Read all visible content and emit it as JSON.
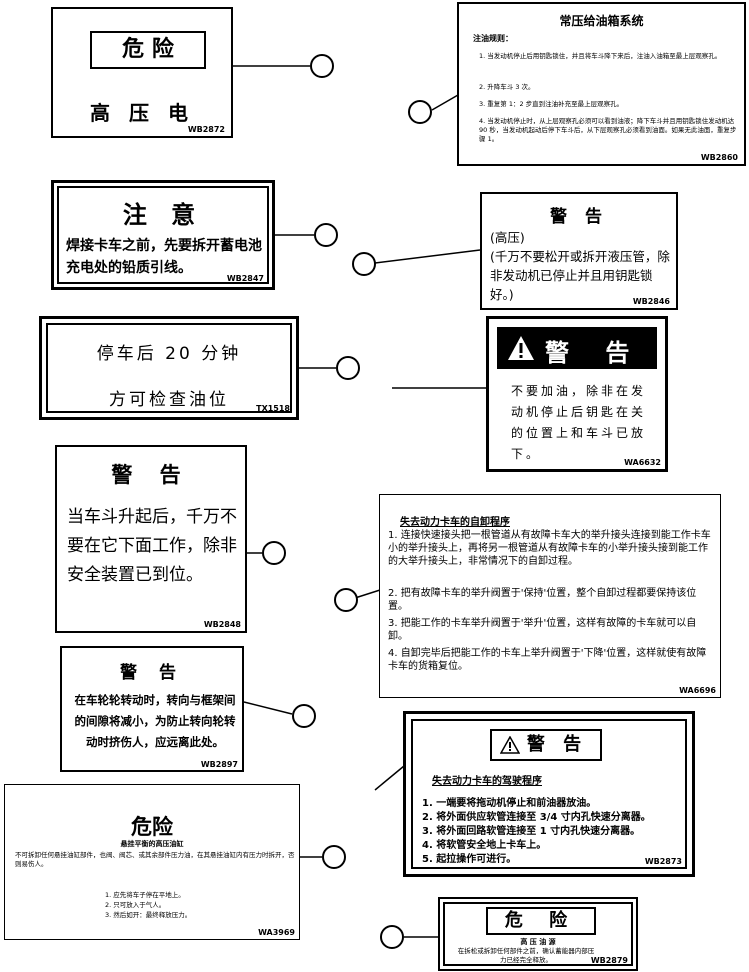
{
  "signs": {
    "s1": {
      "title": "危 险",
      "body": "高 压 电",
      "code": "WB2872"
    },
    "s2": {
      "title": "常压给油箱系统",
      "subtitle": "注油规则：",
      "items": [
        "1. 当发动机停止后用钥匙锁住，并且将车斗降下来后，注油入油箱至最上层观察孔。",
        "2. 升降车斗 3 次。",
        "3. 重复第 1：2 步直到注油补充至最上层观察孔。",
        "4. 当发动机停止时，从上层观察孔必须可以看到油液；降下车斗并且用钥匙锁住发动机达 90 秒，当发动机起动后停下车斗后，从下层观察孔必须看到油面。如果无此油面，重复步骤 1。"
      ],
      "code": "WB2860"
    },
    "s3": {
      "title": "注 意",
      "body": "焊接卡车之前，先要拆开蓄电池充电处的铅质引线。",
      "code": "WB2847"
    },
    "s4": {
      "title": "警 告",
      "body": "(高压)\n(千万不要松开或拆开液压管，除非发动机已停止并且用钥匙锁好。)",
      "code": "WB2846"
    },
    "s5": {
      "line1": "停车后 20 分钟",
      "line2": "方可检查油位",
      "code": "TX1518"
    },
    "s6": {
      "title": "警 告",
      "body": "不要加油，除非在发动机停止后钥匙在关的位置上和车斗已放下。",
      "code": "WA6632"
    },
    "s7": {
      "title": "警 告",
      "body": "当车斗升起后，千万不要在它下面工作，除非安全装置已到位。",
      "code": "WB2848"
    },
    "s8": {
      "title": "失去动力卡车的自卸程序",
      "items": [
        "1. 连接快速接头把一根管道从有故障卡车大的举升接头连接到能工作卡车小的举升接头上，再将另一根管道从有故障卡车的小举升接头接到能工作的大举升接头上，非常情况下的自卸过程。",
        "2. 把有故障卡车的举升阀置于'保持'位置，整个自卸过程都要保持该位置。",
        "3. 把能工作的卡车举升阀置于'举升'位置，这样有故障的卡车就可以自卸。",
        "4. 自卸完毕后把能工作的卡车上举升阀置于'下降'位置，这样就使有故障卡车的货箱复位。"
      ],
      "code": "WA6696"
    },
    "s9": {
      "title": "警 告",
      "body": "在车轮轮转动时，转向与框架间的间隙将减小，为防止转向轮转动时挤伤人，应远离此处。",
      "code": "WB2897"
    },
    "s10": {
      "title": "警 告",
      "subtitle": "失去动力卡车的驾驶程序",
      "items": [
        "1. 一端要将拖动机停止和前油器放油。",
        "2. 将外面供应软管连接至 3/4 寸内孔快速分离器。",
        "3. 将外面回路软管连接至 1 寸内孔快速分离器。",
        "4. 将软管安全地上卡车上。",
        "5. 起拉操作可进行。"
      ],
      "code": "WB2873"
    },
    "s11": {
      "title": "危险",
      "subtitle": "悬挂平衡的高压油缸",
      "body": "不可拆卸任何悬挂油缸部件，也阀、阀芯、或其余部件压力油，在其悬挂油缸内有压力时拆开，否则易伤人。",
      "items": [
        "1. 应先将车子停在平地上。",
        "2. 只可放入于气人。",
        "3. 然后如开：最终释放压力。"
      ],
      "code": "WA3969"
    },
    "s12": {
      "title": "危 险",
      "subtitle": "高 压 油 源",
      "body": "在拆松或拆卸任何部件之前，确认蓄能器内部压力已经完全释放。",
      "code": "WB2879"
    }
  }
}
